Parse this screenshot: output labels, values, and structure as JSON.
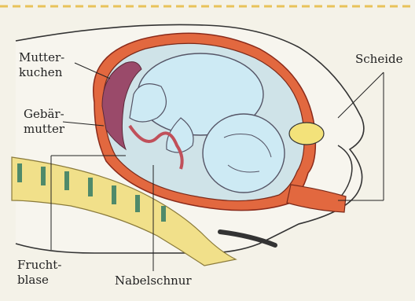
{
  "labels": {
    "mutterkuchen": {
      "line1": "Mutter-",
      "line2": "kuchen"
    },
    "gebaermutter": {
      "line1": "Gebär-",
      "line2": "mutter"
    },
    "scheide": "Scheide",
    "fruchtblase": {
      "line1": "Frucht-",
      "line2": "blase"
    },
    "nabelschnur": "Nabelschnur"
  },
  "colors": {
    "background": "#f4f2e8",
    "uterus_wall": "#e2683f",
    "placenta": "#9a4a6a",
    "amniotic": "#cfe3e8",
    "fetus": "#cdeaf4",
    "spine": "#f1e08a",
    "outline": "#333333"
  }
}
